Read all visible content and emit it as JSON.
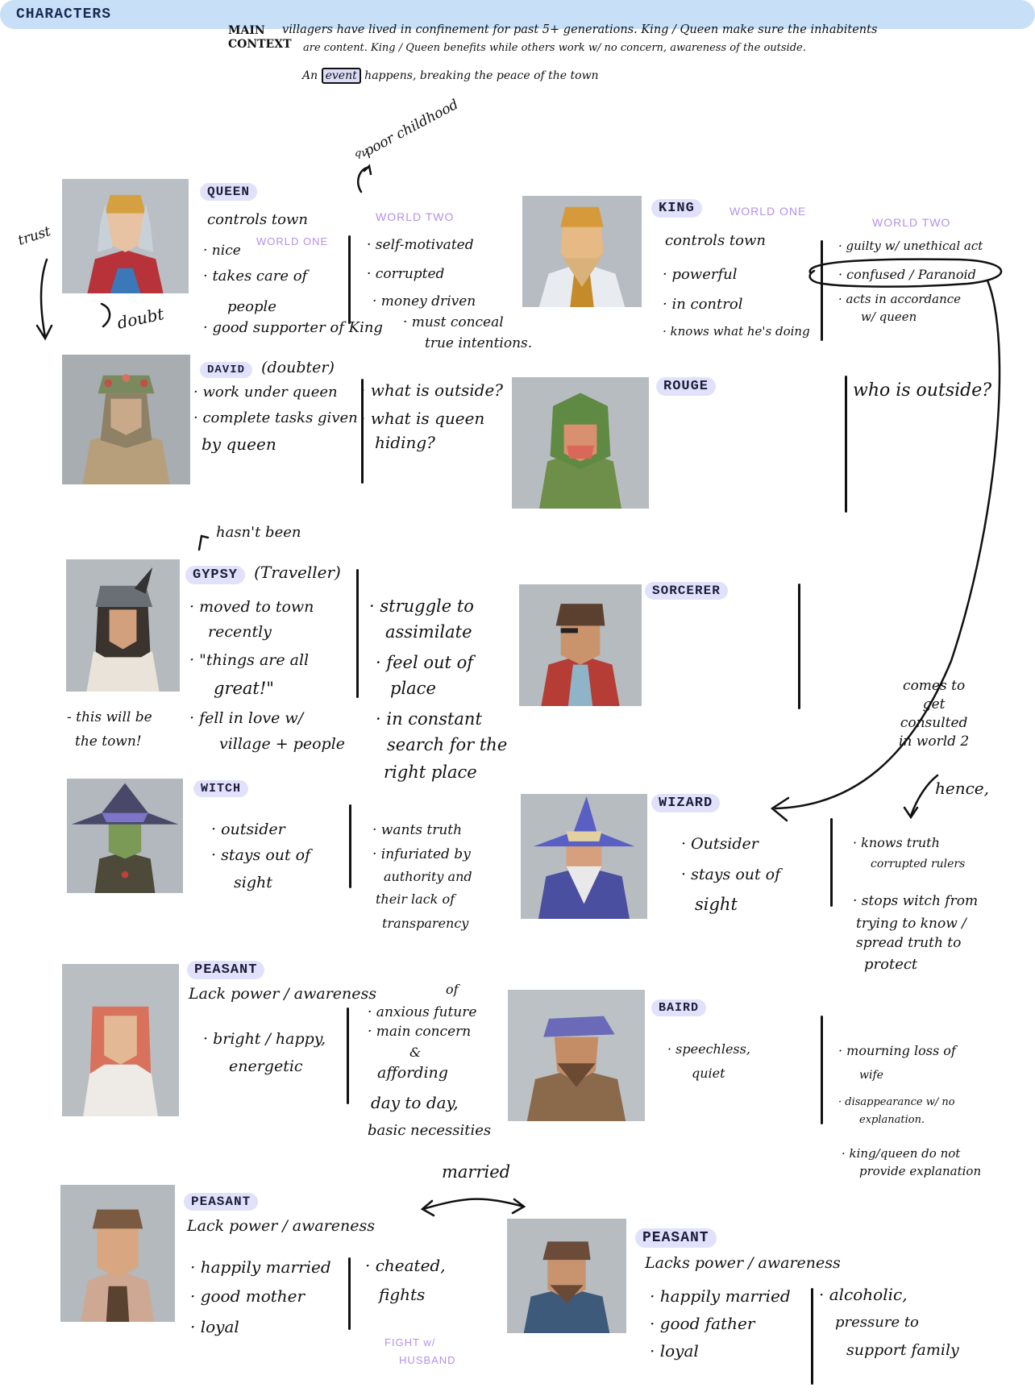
{
  "header": {
    "title": "CHARACTERS",
    "context_label_1": "MAIN",
    "context_label_2": "CONTEXT",
    "context_line_1": "villagers have lived in confinement for past 5+ generations. King / Queen make sure the inhabitents",
    "context_line_2": "are content. King / Queen benefits while others work w/ no concern, awareness of the outside.",
    "event_prefix": "An",
    "event_word": "event",
    "event_suffix": "happens, breaking the peace of the town"
  },
  "annotations": {
    "trust": "trust",
    "doubt": "doubt",
    "qv": "qv",
    "poor_childhood": "poor childhood",
    "hasnt_been": "hasn't been",
    "this_will_be": "- this will be",
    "the_town": "the town!",
    "married": "married",
    "comes_to": "comes to",
    "get": "get",
    "consulted": "consulted",
    "in_world_2": "in world 2",
    "hence": "hence,"
  },
  "queen": {
    "tag": "QUEEN",
    "line1": "controls town",
    "world_one": "WORLD ONE",
    "nice": "· nice",
    "takes": "· takes care of",
    "people": "people",
    "good": "· good supporter of King",
    "world_two": "WORLD TWO",
    "w2_1": "· self-motivated",
    "w2_2": "· corrupted",
    "w2_3": "· money driven",
    "w2_4": "· must conceal",
    "w2_5": "true intentions."
  },
  "king": {
    "tag": "KING",
    "world_one": "WORLD ONE",
    "line1": "controls town",
    "b1": "· powerful",
    "b2": "· in control",
    "b3": "· knows what he's doing",
    "world_two": "WORLD TWO",
    "w2_1": "· guilty w/ unethical act",
    "w2_2": "· confused / Paranoid",
    "w2_3": "· acts in accordance",
    "w2_4": "w/ queen"
  },
  "david": {
    "tag": "DAVID",
    "suffix": "(doubter)",
    "b1": "· work under queen",
    "b2": "· complete tasks given",
    "b3": "by queen",
    "w1": "· what is outside?",
    "w2": "· what is queen",
    "w3": "hiding?"
  },
  "rouge": {
    "tag": "ROUGE",
    "w1": "who is outside?"
  },
  "gypsy": {
    "tag": "GYPSY",
    "suffix": "(Traveller)",
    "b1": "· moved to town",
    "b1b": "recently",
    "b2": "· \"things are all",
    "b2b": "great!\"",
    "b3": "· fell in love w/",
    "b3b": "village + people",
    "w1": "· struggle to",
    "w1b": "assimilate",
    "w2": "· feel out of",
    "w2b": "place",
    "w3": "· in constant",
    "w3b": "search for the",
    "w3c": "right place"
  },
  "sorcerer": {
    "tag": "SORCERER"
  },
  "witch": {
    "tag": "WITCH",
    "b1": "· outsider",
    "b2": "· stays out of",
    "b2b": "sight",
    "w1": "· wants truth",
    "w2": "· infuriated by",
    "w2b": "authority and",
    "w2c": "their lack of",
    "w2d": "transparency"
  },
  "wizard": {
    "tag": "WIZARD",
    "b1": "· Outsider",
    "b2": "· stays out of",
    "b2b": "sight",
    "w1": "· knows truth",
    "w1b": "corrupted rulers",
    "w2": "· stops witch from",
    "w2b": "trying to know /",
    "w2c": "spread truth to",
    "w2d": "protect"
  },
  "peasant1": {
    "tag": "PEASANT",
    "line1": "Lack power / awareness",
    "b1": "· bright / happy,",
    "b1b": "energetic",
    "of": "of",
    "w1": "· anxious future",
    "w2": "· main concern",
    "amp": "&",
    "w3": "affording",
    "w4": "day to day,",
    "w5": "basic necessities"
  },
  "baird": {
    "tag": "BAIRD",
    "b1": "· speechless,",
    "b1b": "quiet",
    "w1": "· mourning loss of",
    "w1b": "wife",
    "w2": "· disappearance w/ no",
    "w2b": "explanation.",
    "w3": "· king/queen do not",
    "w3b": "provide explanation"
  },
  "peasant2": {
    "tag": "PEASANT",
    "line1": "Lack power / awareness",
    "b1": "· happily married",
    "b2": "· good mother",
    "b3": "· loyal",
    "w1": "· cheated,",
    "w1b": "fights",
    "note1": "FIGHT w/",
    "note2": "HUSBAND"
  },
  "peasant3": {
    "tag": "PEASANT",
    "line1": "Lacks power / awareness",
    "b1": "· happily married",
    "b2": "· good father",
    "b3": "· loyal",
    "w1": "· alcoholic,",
    "w1b": "pressure to",
    "w1c": "support family"
  },
  "colors": {
    "tag_bg": "#e2e1fb",
    "title_bg": "#c7e0f7",
    "world_label": "#b490ea"
  }
}
